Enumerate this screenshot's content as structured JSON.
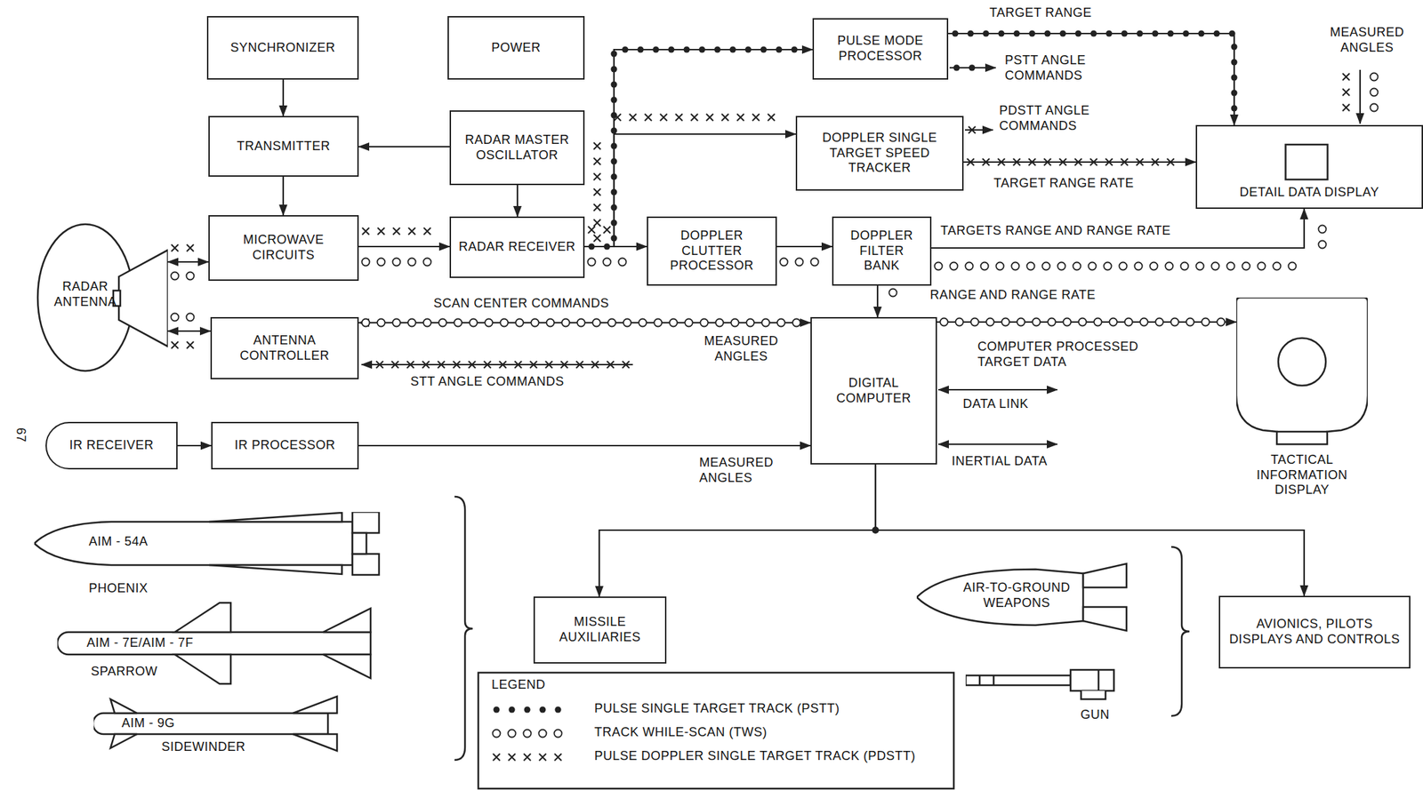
{
  "diagram": {
    "nodes": [
      {
        "text": [
          "SYNCHRONIZER"
        ]
      },
      {
        "text": [
          "POWER"
        ]
      },
      {
        "text": [
          "PULSE MODE PROCESSOR"
        ]
      },
      {
        "text": [
          "TRANSMITTER"
        ]
      },
      {
        "text": [
          "RADAR MASTER OSCILLATOR"
        ]
      },
      {
        "text": [
          "DOPPLER SINGLE TARGET SPEED TRACKER"
        ]
      },
      {
        "text": [
          "DETAIL DATA DISPLAY"
        ]
      },
      {
        "text": [
          "RADAR ANTENNA"
        ]
      },
      {
        "text": [
          "MICROWAVE CIRCUITS"
        ]
      },
      {
        "text": [
          "RADAR RECEIVER"
        ]
      },
      {
        "text": [
          "DOPPLER CLUTTER PROCESSOR"
        ]
      },
      {
        "text": [
          "DOPPLER FILTER BANK"
        ]
      },
      {
        "text": [
          "ANTENNA CONTROLLER"
        ]
      },
      {
        "text": [
          "DIGITAL COMPUTER"
        ]
      },
      {
        "text": [
          "TACTICAL INFORMATION DISPLAY"
        ]
      },
      {
        "text": [
          "IR RECEIVER"
        ]
      },
      {
        "text": [
          "IR PROCESSOR"
        ]
      },
      {
        "text": [
          "AIM - 54A",
          "PHOENIX"
        ]
      },
      {
        "text": [
          "AIR-TO-GROUND WEAPONS"
        ]
      },
      {
        "text": [
          "MISSILE AUXILIARIES"
        ]
      },
      {
        "text": [
          "AVIONICS, PILOTS DISPLAYS AND CONTROLS"
        ]
      },
      {
        "text": [
          "AIM - 7E/AIM - 7F",
          "SPARROW"
        ]
      },
      {
        "text": [
          "GUN"
        ]
      },
      {
        "text": [
          "AIM - 9G",
          "SIDEWINDER"
        ]
      }
    ],
    "edges": [
      {
        "from": 0,
        "to": 3,
        "arrow": "to"
      },
      {
        "from": 4,
        "to": 3,
        "arrow": "to"
      },
      {
        "from": 3,
        "to": 8,
        "arrow": "to"
      },
      {
        "from": 4,
        "to": 9,
        "arrow": "to"
      },
      {
        "from": 8,
        "to": 9,
        "arrow": "to"
      },
      {
        "from": 7,
        "to": 8,
        "arrow": "both"
      },
      {
        "from": 7,
        "to": 12,
        "arrow": "both"
      },
      {
        "from": 9,
        "to": 2,
        "arrow": "to"
      },
      {
        "from": 9,
        "to": 5,
        "arrow": "to"
      },
      {
        "from": 9,
        "to": 10,
        "arrow": "to"
      },
      {
        "from": 10,
        "to": 11,
        "arrow": "to"
      },
      {
        "from": 2,
        "to": 6,
        "label": "TARGET RANGE",
        "arrow": "to"
      },
      {
        "from": 5,
        "to": 6,
        "label": "TARGET RANGE RATE",
        "arrow": "to"
      },
      {
        "from": 11,
        "to": 6,
        "label": "TARGETS RANGE AND RANGE RATE",
        "arrow": "to"
      },
      {
        "from": 11,
        "to": 13,
        "label": "RANGE AND RANGE RATE",
        "arrow": "to"
      },
      {
        "from": 12,
        "to": 13,
        "label": "SCAN CENTER COMMANDS",
        "arrow": "both"
      },
      {
        "from": 15,
        "to": 16,
        "arrow": "to"
      },
      {
        "from": 16,
        "to": 13,
        "label": "MEASURED ANGLES",
        "arrow": "to"
      },
      {
        "from": 13,
        "to": 14,
        "label": "COMPUTER PROCESSED TARGET DATA",
        "arrow": "to"
      },
      {
        "from": 13,
        "to": 19,
        "arrow": "to"
      },
      {
        "from": 13,
        "to": 20,
        "arrow": "to"
      }
    ],
    "labels": [
      "PSTT ANGLE COMMANDS",
      "PDSTT ANGLE COMMANDS",
      "MEASURED ANGLES",
      "MEASURED ANGLES",
      "STT ANGLE COMMANDS",
      "DATA LINK",
      "INERTIAL DATA",
      "67",
      "LEGEND"
    ],
    "legend": [
      {
        "text": "PULSE SINGLE TARGET TRACK (PSTT)"
      },
      {
        "text": "TRACK WHILE-SCAN (TWS)"
      },
      {
        "text": "PULSE DOPPLER SINGLE TARGET TRACK (PDSTT)"
      }
    ]
  }
}
